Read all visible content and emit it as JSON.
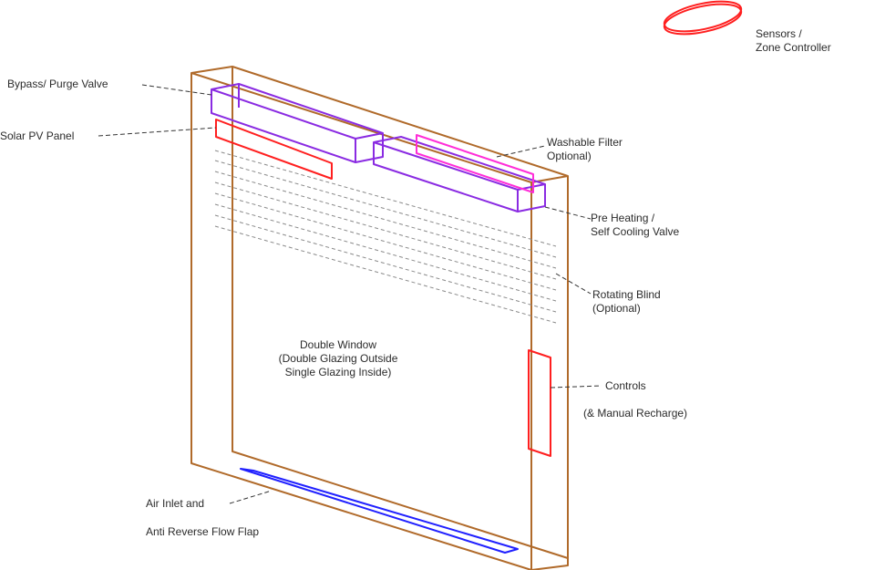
{
  "colors": {
    "frame": "#b06a2a",
    "valve": "#8a2be2",
    "filter": "#ff2dd8",
    "solar_pv": "#ff1f1f",
    "controls": "#ff1f1f",
    "sensor": "#ff1f1f",
    "air_inlet": "#2020ff",
    "blind": "#8a8a8a"
  },
  "labels": {
    "sensors_line1": "Sensors /",
    "sensors_line2": "Zone Controller",
    "bypass": "Bypass/ Purge Valve",
    "solar_pv": "Solar PV Panel",
    "filter_line1": "Washable Filter",
    "filter_line2": "Optional)",
    "preheat_line1": "Pre Heating  /",
    "preheat_line2": "Self Cooling Valve",
    "blind_line1": "Rotating Blind",
    "blind_line2": "(Optional)",
    "window_line1": "Double Window",
    "window_line2": "(Double Glazing Outside",
    "window_line3": "Single Glazing Inside)",
    "controls_line1": "Controls",
    "controls_line2": "(& Manual Recharge)",
    "inlet_line1": "Air Inlet and",
    "inlet_line2": "Anti Reverse Flow Flap"
  }
}
